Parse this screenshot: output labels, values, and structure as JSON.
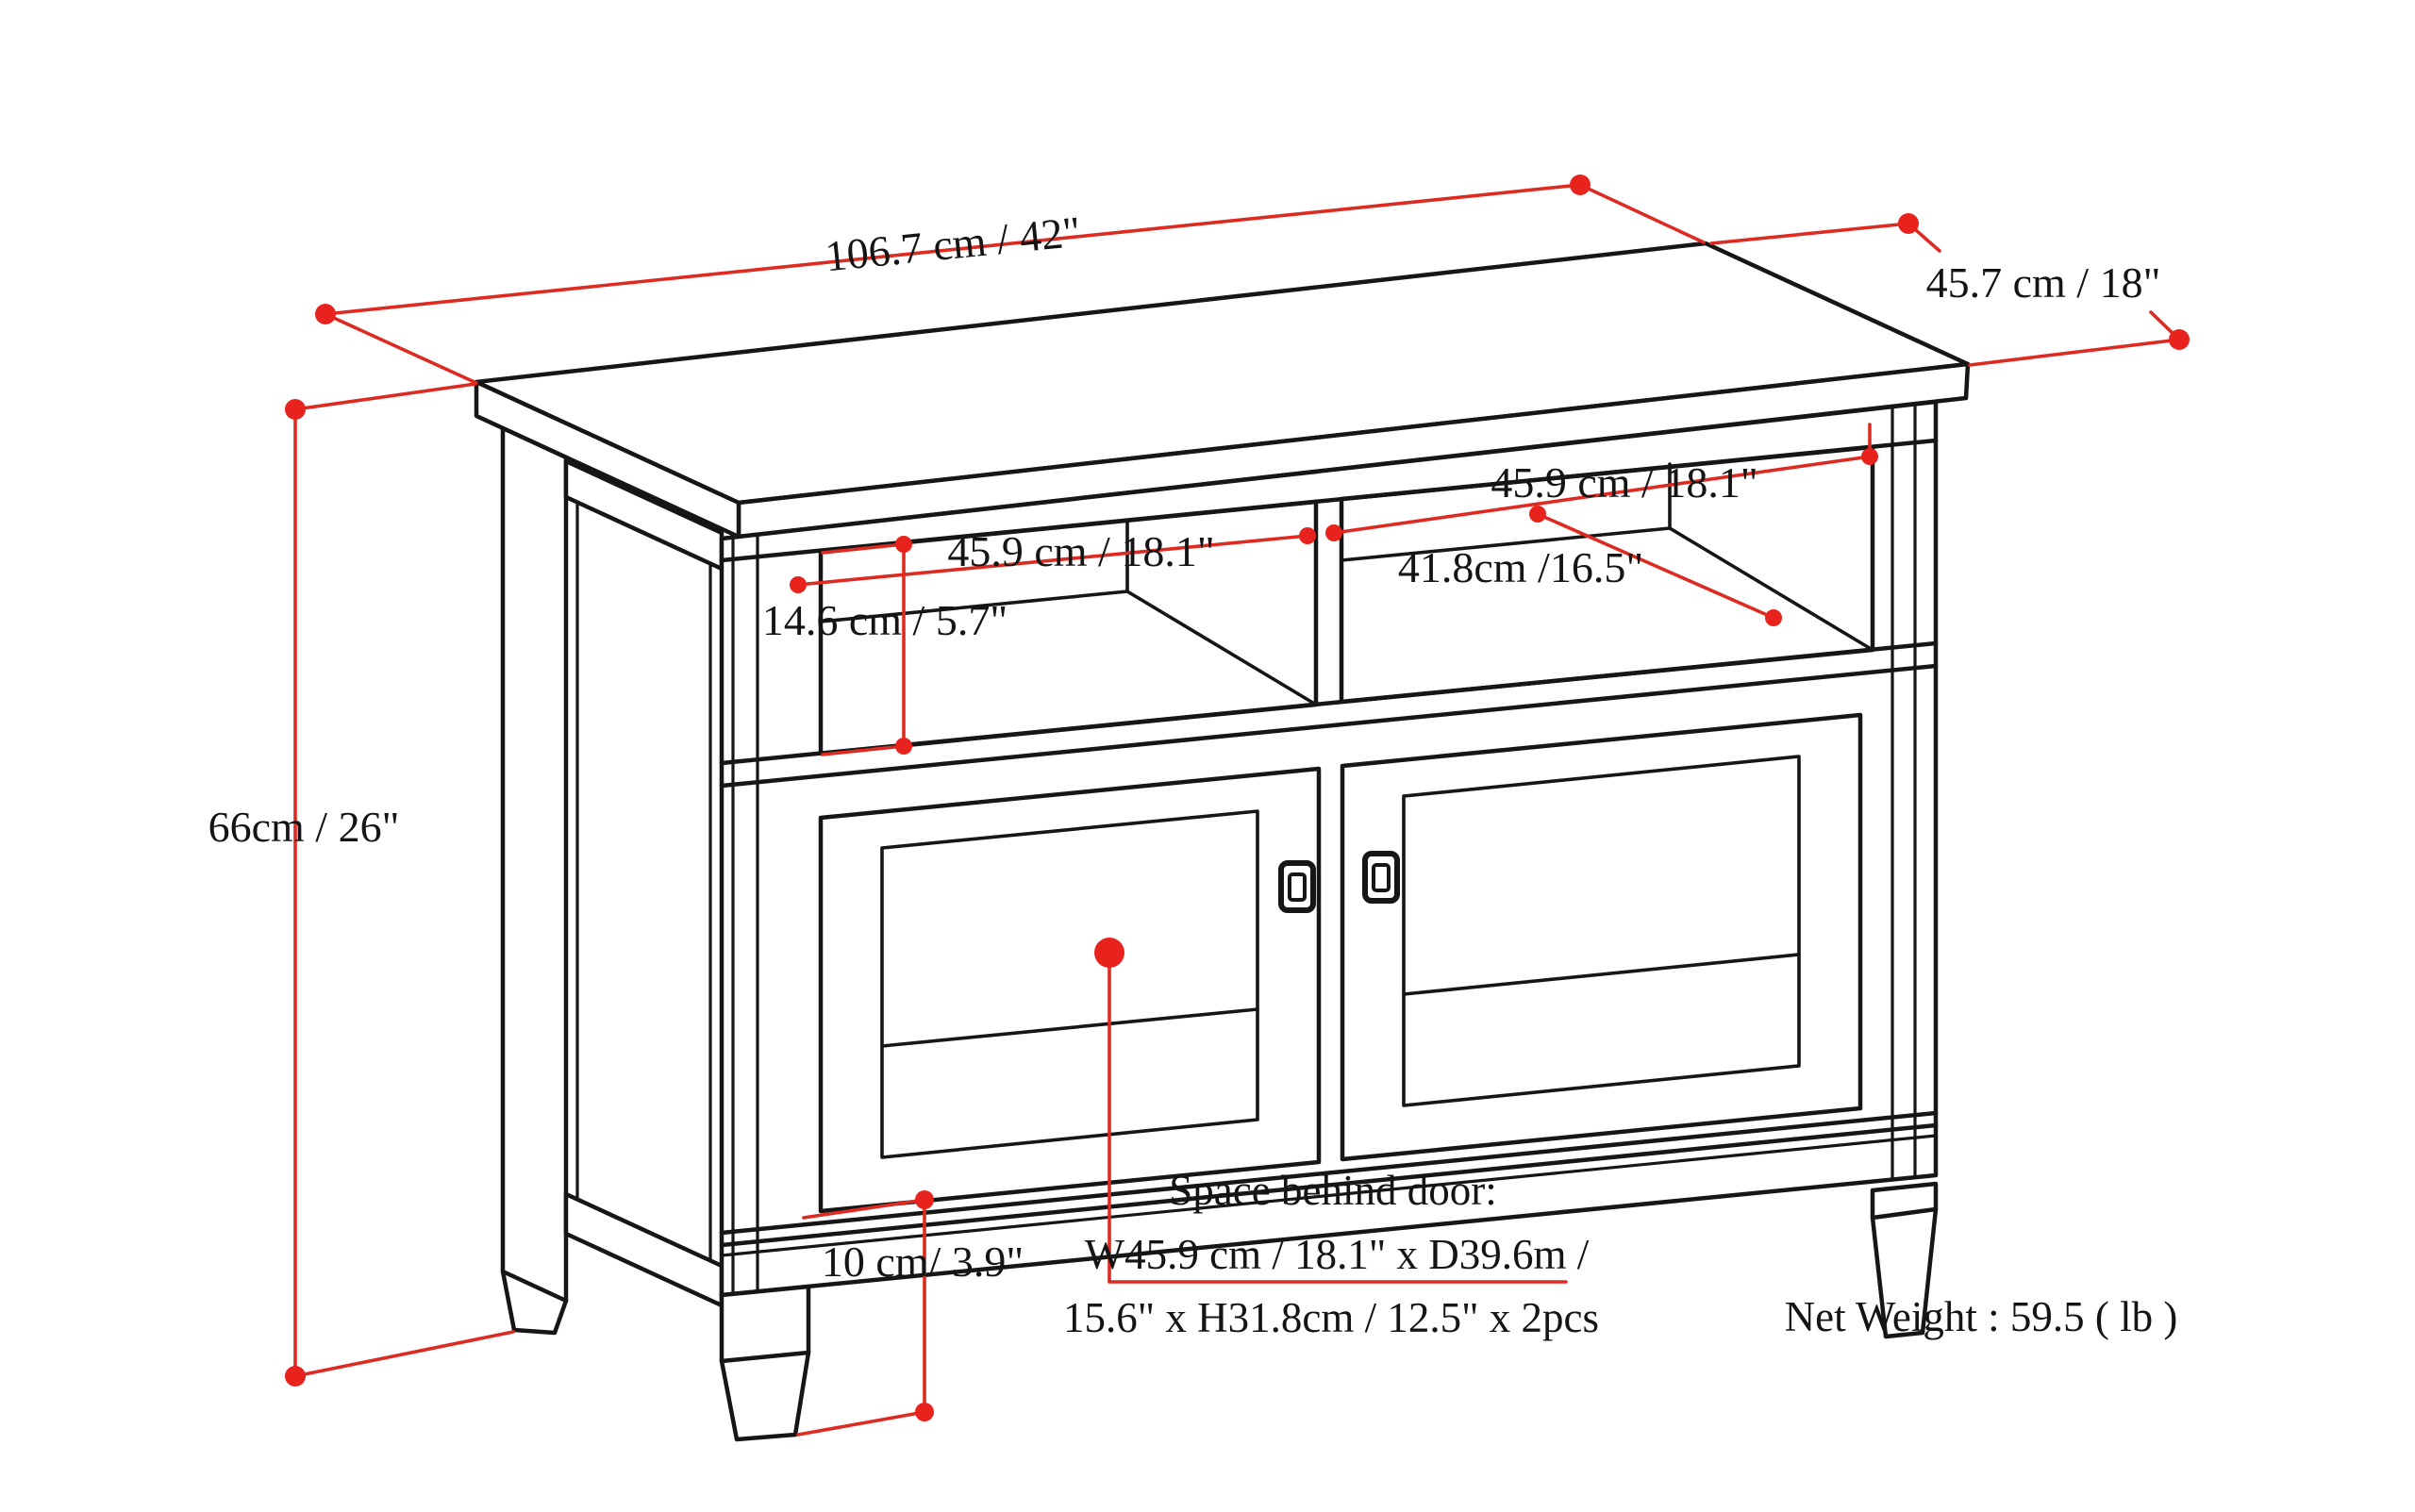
{
  "diagram": {
    "title": "TV stand dimension diagram",
    "dimensions": {
      "top_width": "106.7 cm / 42\"",
      "top_depth": "45.7 cm / 18\"",
      "left_opening_width": "45.9 cm / 18.1\"",
      "right_opening_width": "45.9 cm / 18.1\"",
      "shelf_depth": "41.8cm /16.5\"",
      "opening_height": "14.6 cm / 5.7\"",
      "overall_height": "66cm / 26\"",
      "leg_height": "10 cm/ 3.9\""
    },
    "notes": {
      "space_behind_door_line1": "Space behind door:",
      "space_behind_door_line2": "W45.9 cm / 18.1\" x D39.6m /",
      "space_behind_door_line3": "15.6\" x H31.8cm / 12.5\" x 2pcs",
      "net_weight": "Net Weight : 59.5 ( lb )"
    },
    "colors": {
      "annotation_red": "#dd2b22",
      "dot_red": "#e8231d",
      "line_black": "#161616",
      "background": "#ffffff"
    }
  }
}
